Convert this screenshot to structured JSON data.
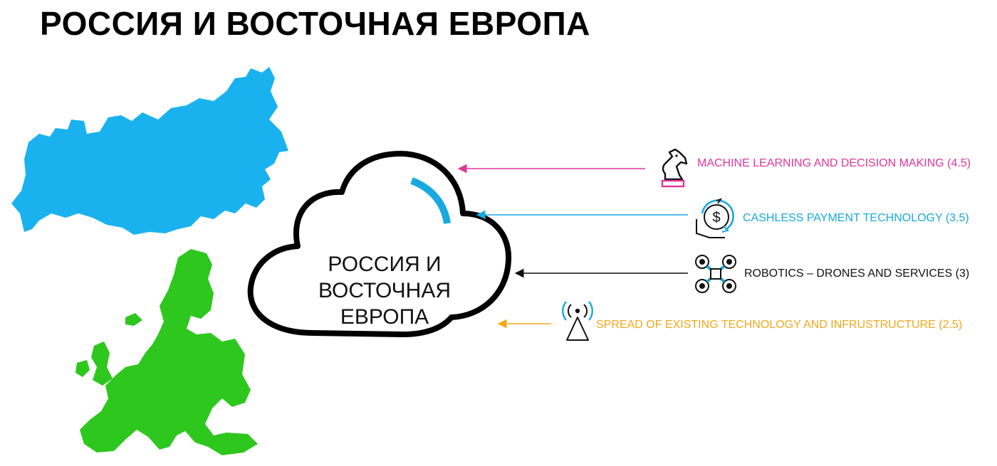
{
  "title": "РОССИЯ И ВОСТОЧНАЯ ЕВРОПА",
  "cloud": {
    "lines": [
      "РОССИЯ И",
      "ВОСТОЧНАЯ",
      "ЕВРОПА"
    ]
  },
  "regions": [
    {
      "name": "russia-map",
      "color": "#1AB2EE"
    },
    {
      "name": "europe-map",
      "color": "#2DC71E"
    }
  ],
  "items": [
    {
      "label": "MACHINE LEARNING AND DECISION MAKING (4.5)",
      "color": "#E0359C",
      "icon": "chess-knight-icon"
    },
    {
      "label": "CASHLESS PAYMENT TECHNOLOGY (3.5)",
      "color": "#18A9DF",
      "icon": "cashless-payment-icon"
    },
    {
      "label": "ROBOTICS – DRONES AND SERVICES (3)",
      "color": "#111111",
      "icon": "drone-icon"
    },
    {
      "label": "SPREAD OF EXISTING TECHNOLOGY AND INFRUSTRUCTURE (2.5)",
      "color": "#F3A81B",
      "icon": "radio-tower-icon"
    }
  ]
}
